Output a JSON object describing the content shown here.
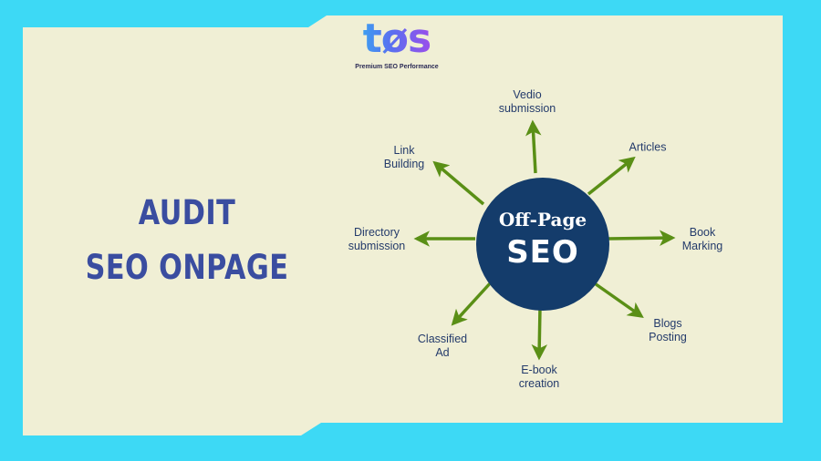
{
  "colors": {
    "background": "#3dd9f5",
    "panel": "#f0efd5",
    "heading": "#3a4da0",
    "hub": "#143c6b",
    "arrow": "#5a8f16",
    "label": "#243b6b"
  },
  "logo": {
    "text": "tøs",
    "tagline": "Premium SEO Performance"
  },
  "heading": {
    "line1": "AUDIT",
    "line2": "SEO ONPAGE"
  },
  "hub": {
    "line1": "Off-Page",
    "line2": "SEO"
  },
  "spokes": [
    {
      "id": "vedio-submission",
      "lines": [
        "Vedio",
        "submission"
      ]
    },
    {
      "id": "articles",
      "lines": [
        "Articles"
      ]
    },
    {
      "id": "book-marking",
      "lines": [
        "Book",
        "Marking"
      ]
    },
    {
      "id": "blogs-posting",
      "lines": [
        "Blogs",
        "Posting"
      ]
    },
    {
      "id": "ebook-creation",
      "lines": [
        "E-book",
        "creation"
      ]
    },
    {
      "id": "classified-ad",
      "lines": [
        "Classified",
        "Ad"
      ]
    },
    {
      "id": "directory-submission",
      "lines": [
        "Directory",
        "submission"
      ]
    },
    {
      "id": "link-building",
      "lines": [
        "Link",
        "Building"
      ]
    }
  ]
}
